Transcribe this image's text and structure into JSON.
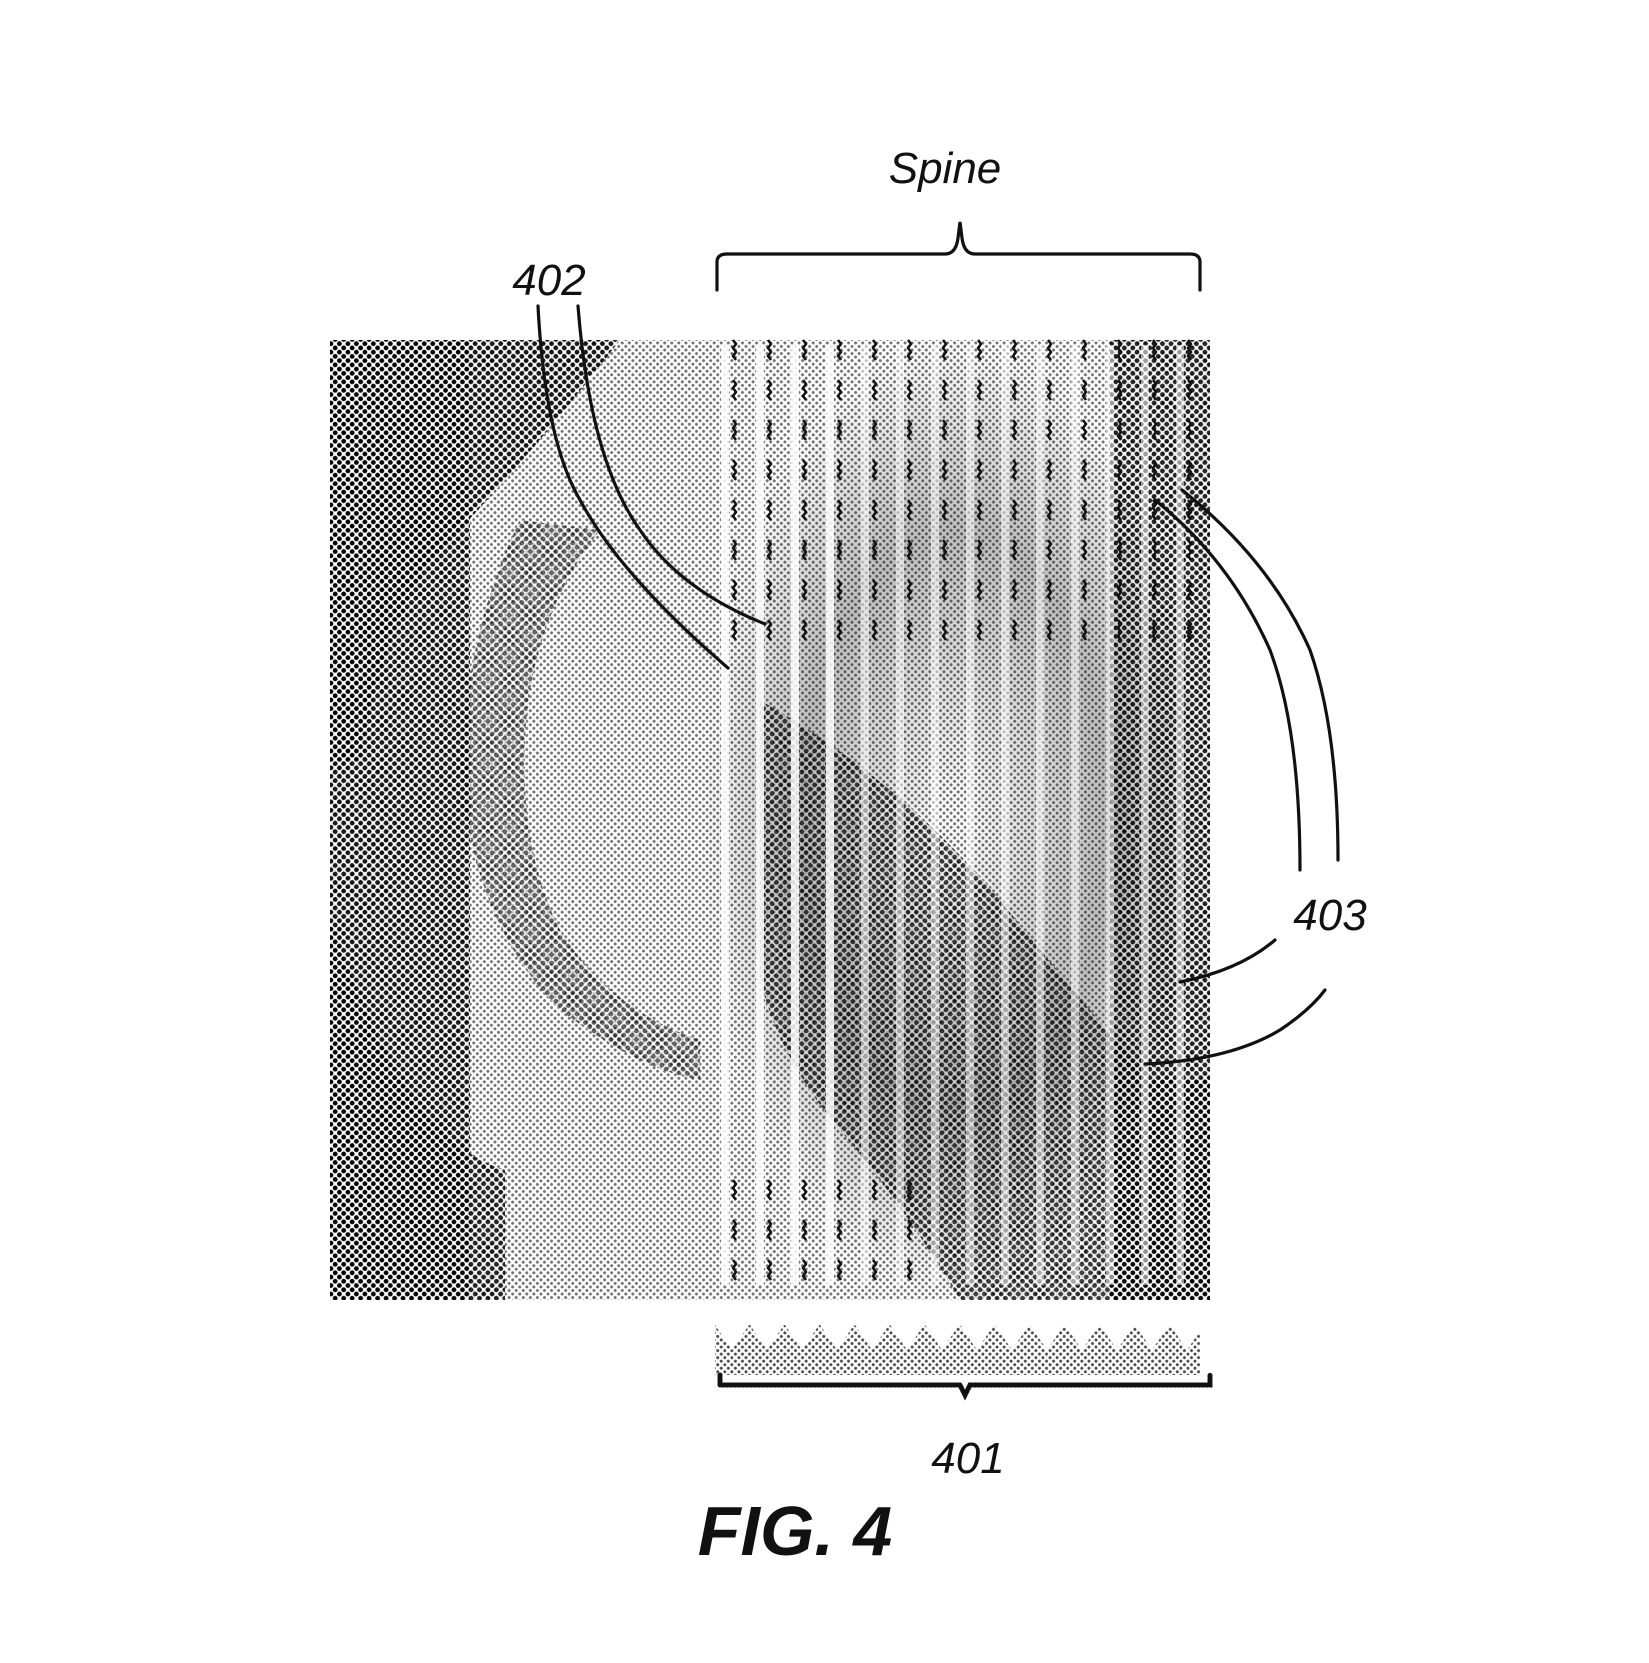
{
  "labels": {
    "spine": "Spine",
    "ref_402": "402",
    "ref_403": "403",
    "ref_401": "401",
    "figure_caption": "FIG. 4"
  }
}
